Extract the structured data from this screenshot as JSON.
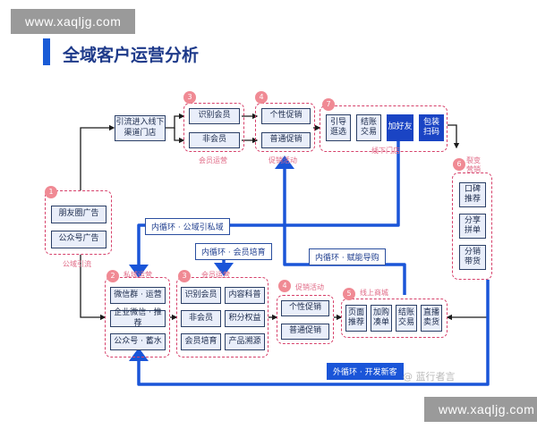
{
  "watermark_top": "www.xaqljg.com",
  "watermark_bottom": "www.xaqljg.com",
  "title": "全域客户运营分析",
  "source_credit": "@ 蓝行者言",
  "flows": {
    "inner_private": "内循环 · 公域引私域",
    "inner_member": "内循环 · 会员培育",
    "inner_empower": "内循环 · 赋能导购",
    "outer_new": "外循环 · 开发新客"
  },
  "groups": {
    "g1": {
      "badge": "1",
      "label": "公域引流",
      "items": [
        "朋友圈广告",
        "公众号广告"
      ]
    },
    "entry": {
      "label": "引流进入线下渠道门店"
    },
    "g3top": {
      "badge": "3",
      "label": "会员运营",
      "items": [
        "识别会员",
        "非会员"
      ]
    },
    "g4top": {
      "badge": "4",
      "label": "促销活动",
      "items": [
        "个性促销",
        "普通促销"
      ]
    },
    "g7": {
      "badge": "7",
      "label": "线下门店",
      "items": [
        "引导\n逛选",
        "结账\n交易",
        "加好友",
        "包装\n扫码"
      ]
    },
    "g6": {
      "badge": "6",
      "label": "裂变营销",
      "items": [
        "口碑\n推荐",
        "分享\n拼单",
        "分销\n带货"
      ]
    },
    "g2": {
      "badge": "2",
      "label": "私域运营",
      "items": [
        "微信群 · 运营",
        "企业微信 · 推荐",
        "公众号 · 蓄水"
      ]
    },
    "g3bot": {
      "badge": "3",
      "label": "会员运营",
      "items": [
        "识别会员",
        "内容科普",
        "非会员",
        "积分权益",
        "会员培育",
        "产品溯源"
      ]
    },
    "g4bot": {
      "badge": "4",
      "label": "促销活动",
      "items": [
        "个性促销",
        "普通促销"
      ]
    },
    "g5": {
      "badge": "5",
      "label": "线上商城",
      "items": [
        "页面\n推荐",
        "加购\n凑单",
        "结账\n交易",
        "直播\n卖货"
      ]
    }
  },
  "colors": {
    "accent": "#1a55d8",
    "dashed": "#d6406a",
    "badge": "#f08a94",
    "box": "#e9eefa"
  }
}
